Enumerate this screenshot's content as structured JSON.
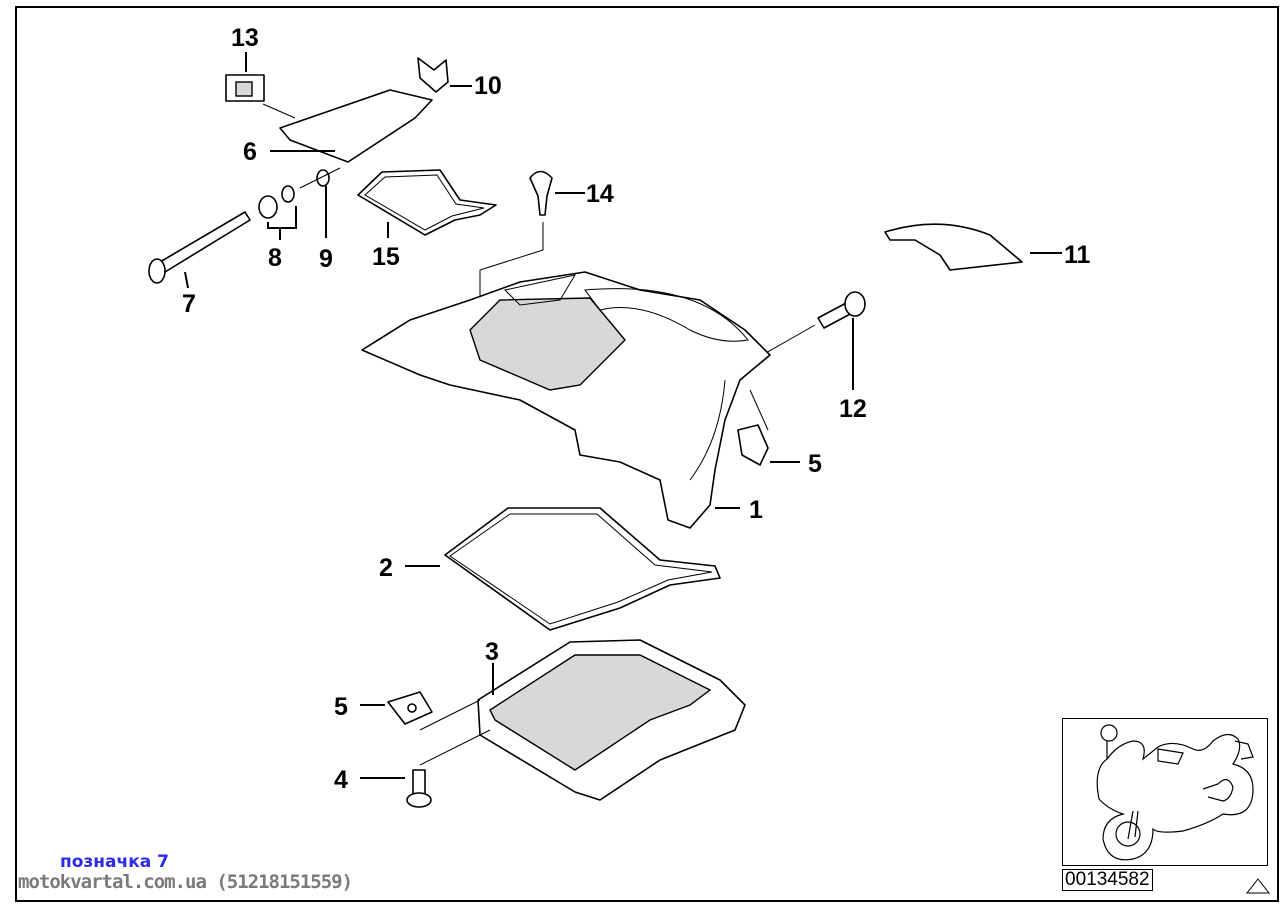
{
  "callouts": {
    "c1": "1",
    "c2": "2",
    "c3": "3",
    "c4": "4",
    "c5a": "5",
    "c5b": "5",
    "c6": "6",
    "c7": "7",
    "c8": "8",
    "c9": "9",
    "c10": "10",
    "c11": "11",
    "c12": "12",
    "c13": "13",
    "c14": "14",
    "c15": "15"
  },
  "footer": {
    "note": "позначка 7",
    "site": "motokvartal.com.ua (51218151559)",
    "part_number": "00134582"
  },
  "icons": {
    "warning": "triangle-icon",
    "thumbnail": "motorcycle-thumbnail"
  }
}
